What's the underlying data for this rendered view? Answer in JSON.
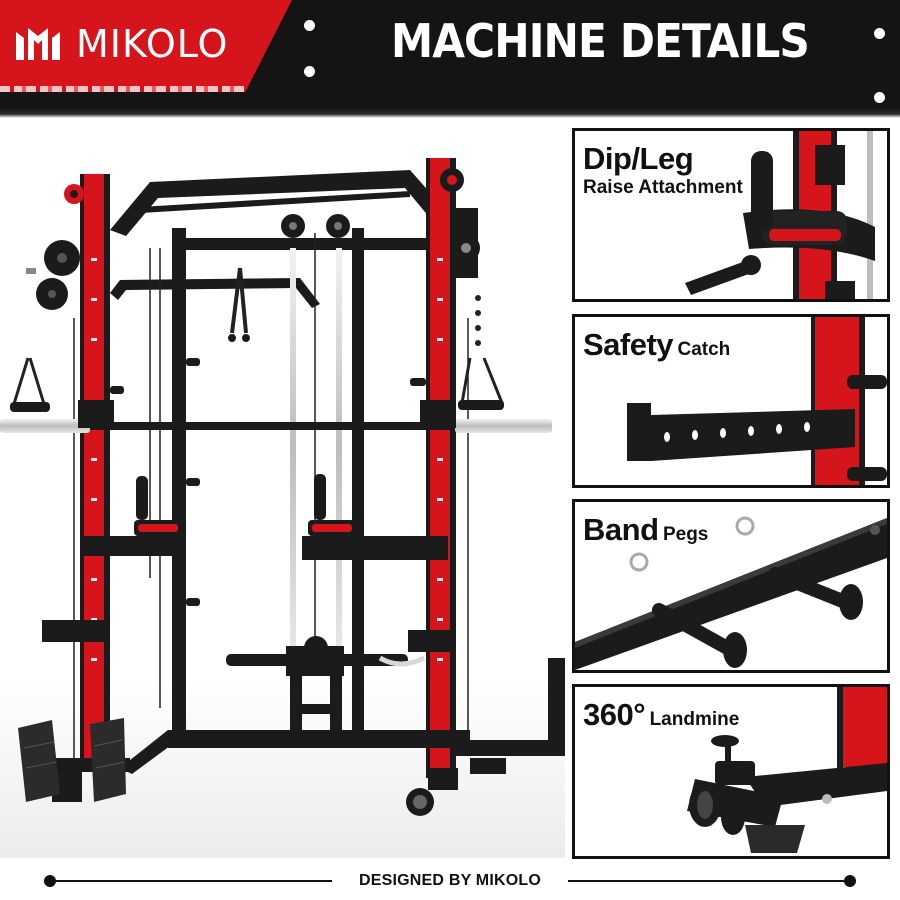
{
  "header": {
    "brand_name": "MIKOLO",
    "title": "MACHINE DETAILS"
  },
  "panels": [
    {
      "title_big": "Dip/Leg",
      "title_small": "Raise Attachment"
    },
    {
      "title_big": "Safety",
      "title_small": "Catch"
    },
    {
      "title_big": "Band",
      "title_small": "Pegs"
    },
    {
      "title_big": "360°",
      "title_small": "Landmine"
    }
  ],
  "footer": {
    "text": "DESIGNED BY MIKOLO"
  },
  "colors": {
    "accent_red": "#d5141b",
    "frame_black": "#1b1b1b",
    "header_bg": "#141414"
  }
}
